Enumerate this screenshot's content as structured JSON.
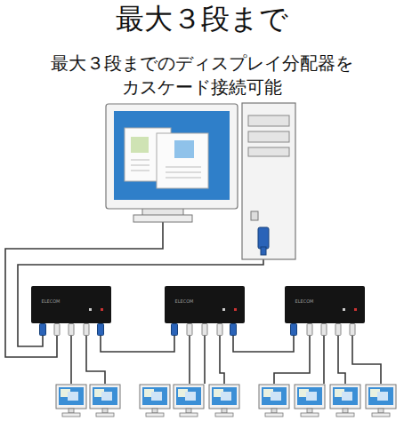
{
  "diagram": {
    "title": "最大３段まで",
    "labels": [
      "最大３段までのディスプレイ分配器を カスケード接続可能",
      "ELECOM",
      "ELECOM",
      "ELECOM"
    ]
  }
}
